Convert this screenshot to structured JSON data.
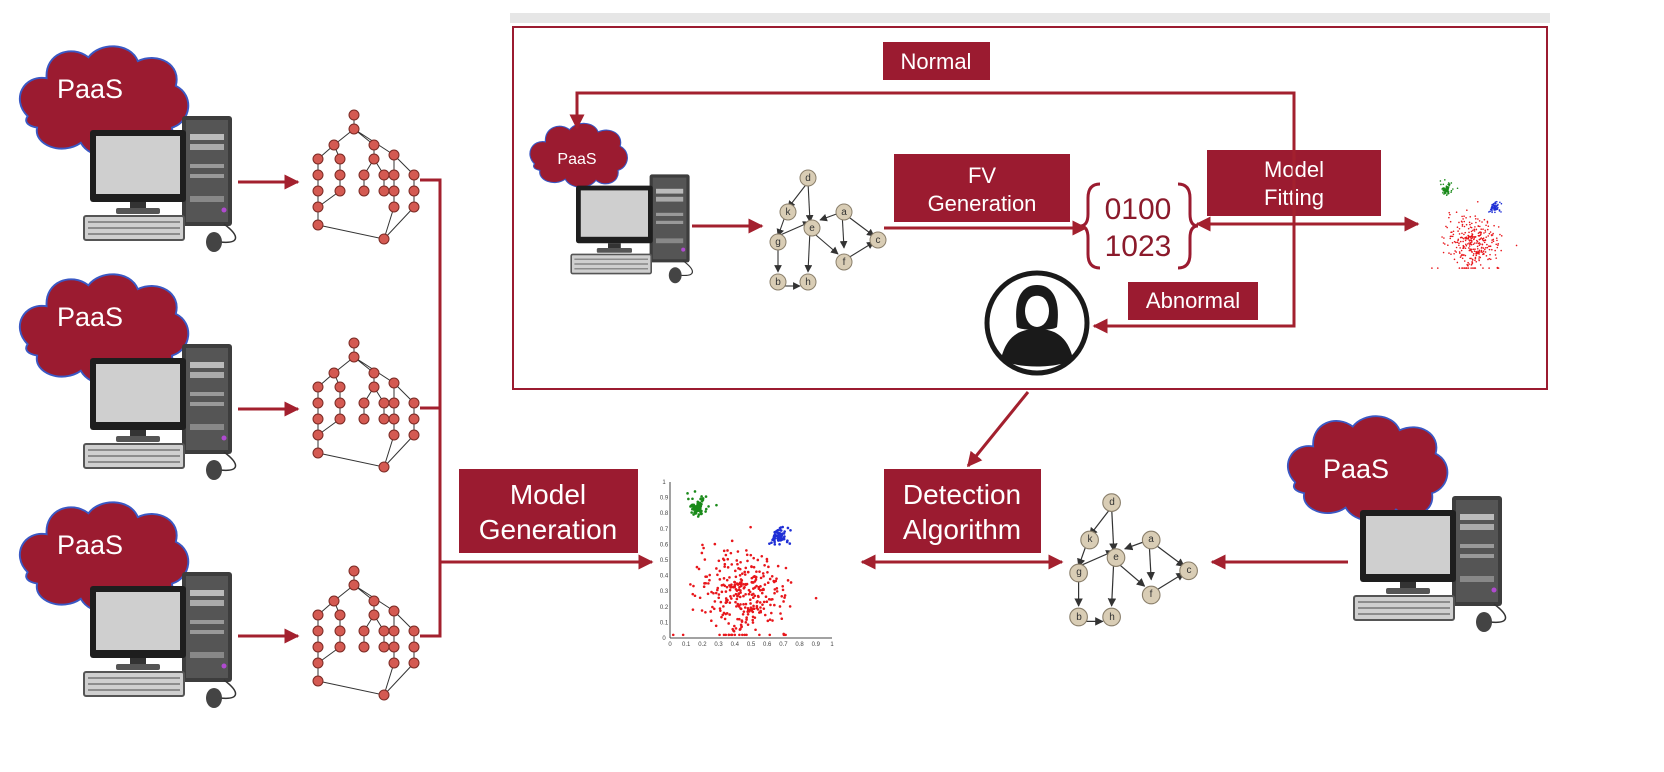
{
  "colors": {
    "accent": "#9b1b30",
    "arrow": "#a3202e",
    "node_fill": "#d9cdb5",
    "node_stroke": "#8a7f6b",
    "dag_node": "#d45a52",
    "cloud_edge": "#3a58c4"
  },
  "clouds": {
    "label": "PaaS"
  },
  "top_box": {
    "normal_label": "Normal",
    "fv_generation_label": [
      "FV",
      "Generation"
    ],
    "model_fitting_label": [
      "Model",
      "Fitting"
    ],
    "abnormal_label": "Abnormal",
    "feature_vector": [
      "0100",
      "1023"
    ]
  },
  "bottom": {
    "model_generation_label": [
      "Model",
      "Generation"
    ],
    "detection_algorithm_label": [
      "Detection",
      "Algorithm"
    ]
  },
  "graph_nodes": [
    "d",
    "k",
    "e",
    "a",
    "g",
    "f",
    "c",
    "b",
    "h"
  ],
  "icons": [
    "paas-cloud-icon",
    "desktop-computer-icon",
    "process-dag-icon",
    "graph-icon",
    "scatter-plot-icon",
    "analyst-user-icon"
  ],
  "chart_data": {
    "type": "scatter",
    "series": [
      {
        "color": "#1a8a1a",
        "center": [
          0.17,
          0.84
        ],
        "spread": 0.03,
        "count": 70
      },
      {
        "color": "#1f2fd6",
        "center": [
          0.67,
          0.65
        ],
        "spread": 0.03,
        "count": 70
      },
      {
        "color": "#e8161b",
        "center": [
          0.46,
          0.28
        ],
        "spread": 0.14,
        "count": 320
      }
    ],
    "xlim": [
      0,
      1
    ],
    "ylim": [
      0,
      1
    ],
    "x_ticks": [
      "0",
      "0.1",
      "0.2",
      "0.3",
      "0.4",
      "0.5",
      "0.6",
      "0.7",
      "0.8",
      "0.9",
      "1"
    ],
    "y_ticks": [
      "0",
      "0.1",
      "0.2",
      "0.3",
      "0.4",
      "0.5",
      "0.6",
      "0.7",
      "0.8",
      "0.9",
      "1"
    ]
  }
}
